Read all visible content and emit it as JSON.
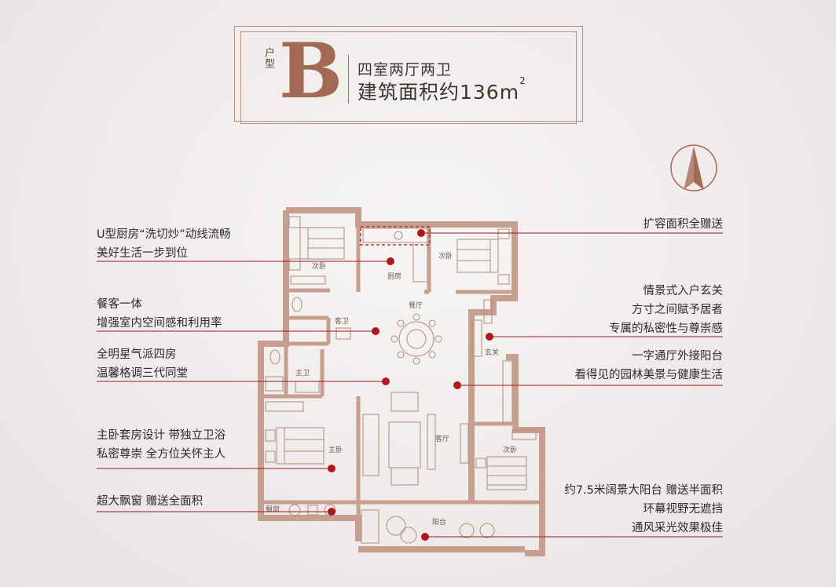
{
  "header": {
    "type_label": "户型",
    "type_letter": "B",
    "rooms": "四室两厅两卫",
    "area_prefix": "建筑面积约136m",
    "area_sup": "2"
  },
  "rooms": {
    "kitchen": "厨房",
    "bedroom_nw": "次卧",
    "bedroom_ne": "次卧",
    "dining": "餐厅",
    "guest_bath": "客卫",
    "foyer": "玄关",
    "master_bath": "主卫",
    "master": "主卧",
    "living": "客厅",
    "bedroom_se": "次卧",
    "bay_window": "飘窗",
    "balcony": "阳台"
  },
  "callouts": {
    "kitchen": [
      "U型厨房“洗切炒”动线流畅",
      "美好生活一步到位"
    ],
    "dining": [
      "餐客一体",
      "增强室内空间感和利用率"
    ],
    "bedrooms": [
      "全明星气派四房",
      "温馨格调三代同堂"
    ],
    "master": [
      "主卧套房设计 带独立卫浴",
      "私密尊崇 全方位关怀主人"
    ],
    "bay": [
      "超大飘窗 赠送全面积"
    ],
    "expand": [
      "扩容面积全赠送"
    ],
    "foyer": [
      "情景式入户玄关",
      "方寸之间赋予居者",
      "专属的私密性与尊崇感"
    ],
    "hall": [
      "一字通厅外接阳台",
      "看得见的园林美景与健康生活"
    ],
    "balcony": [
      "约7.5米阔景大阳台 赠送半面积",
      "环幕视野无遮挡",
      "通风采光效果极佳"
    ]
  },
  "colors": {
    "accent": "#a26a54",
    "wall": "#c79f8f",
    "marker": "#b0161c",
    "leader": "#9c1b1f"
  }
}
